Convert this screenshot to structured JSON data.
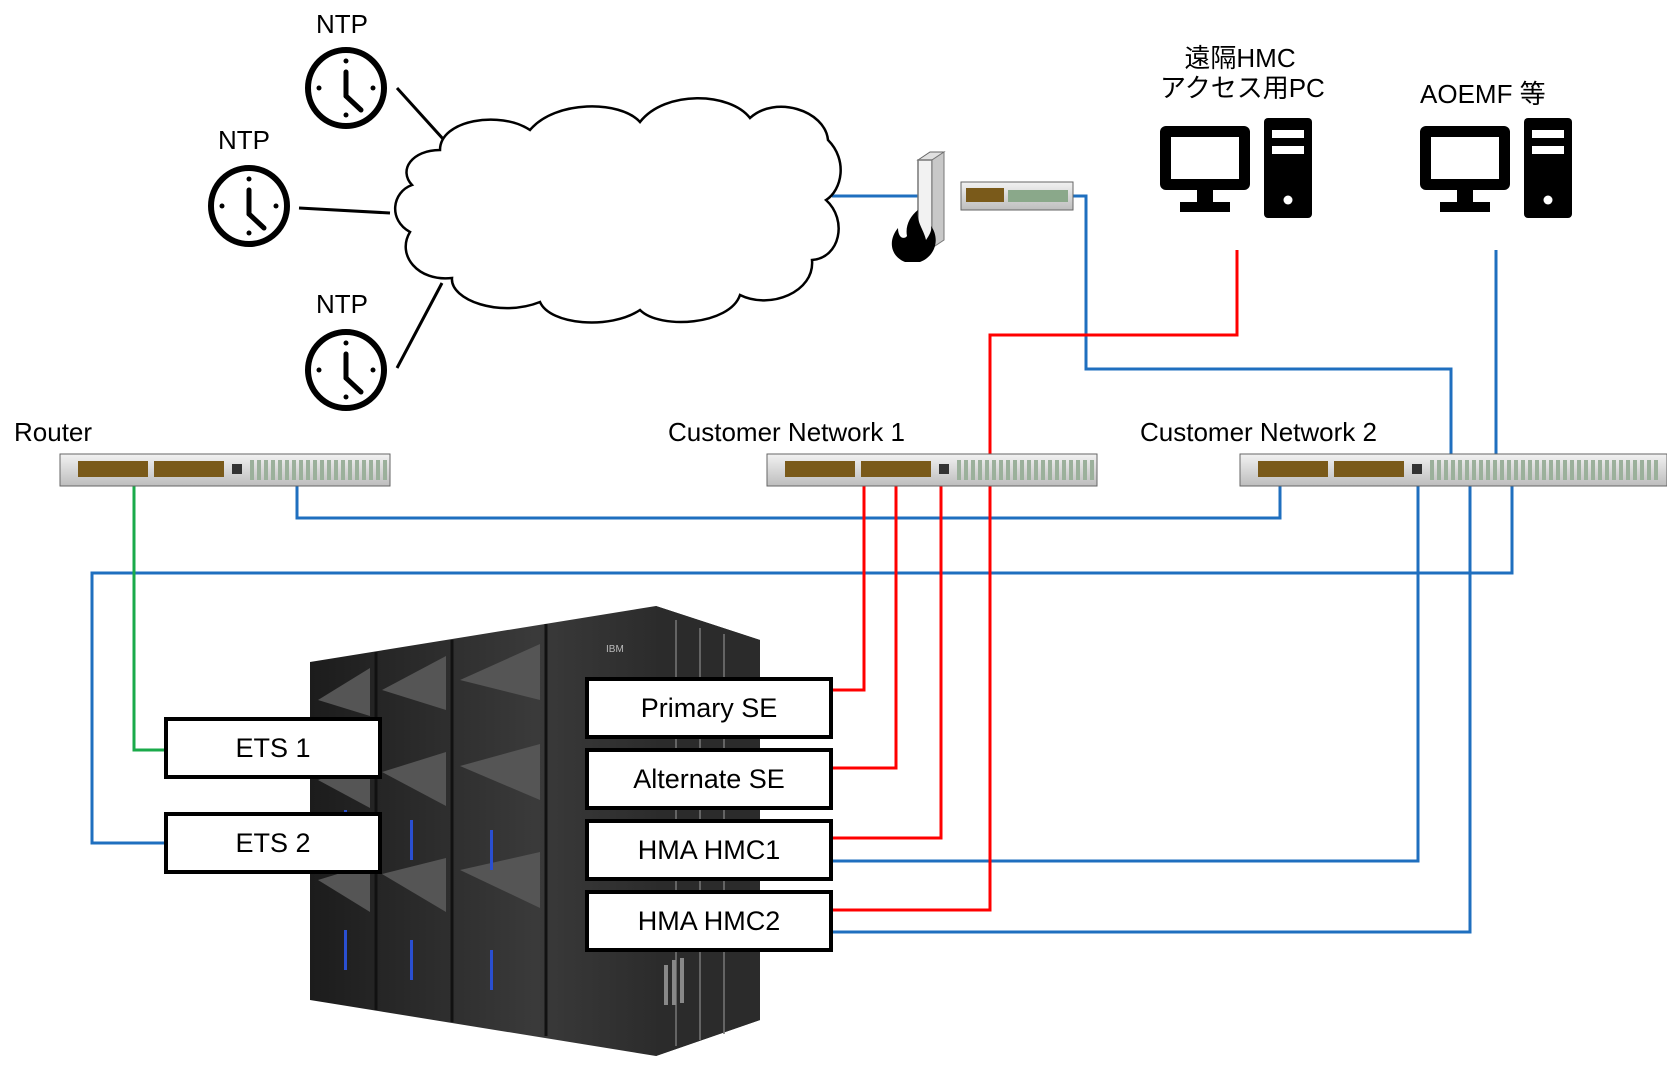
{
  "ntp_servers": [
    {
      "label": "NTP"
    },
    {
      "label": "NTP"
    },
    {
      "label": "NTP"
    }
  ],
  "switches": {
    "router": "Router",
    "customer_network_1": "Customer Network 1",
    "customer_network_2": "Customer Network 2"
  },
  "pcs": {
    "remote_hmc_line1": "遠隔HMC",
    "remote_hmc_line2": "アクセス用PC",
    "aoemf": "AOEMF 等"
  },
  "system_boxes": {
    "ets1": "ETS 1",
    "ets2": "ETS 2",
    "primary_se": "Primary SE",
    "alternate_se": "Alternate SE",
    "hma_hmc1": "HMA HMC1",
    "hma_hmc2": "HMA HMC2"
  },
  "mainframe_logo": "IBM",
  "colors": {
    "red_link": "#ff0000",
    "blue_link": "#1f6fbf",
    "green_link": "#1aaa4a",
    "black": "#000000"
  }
}
